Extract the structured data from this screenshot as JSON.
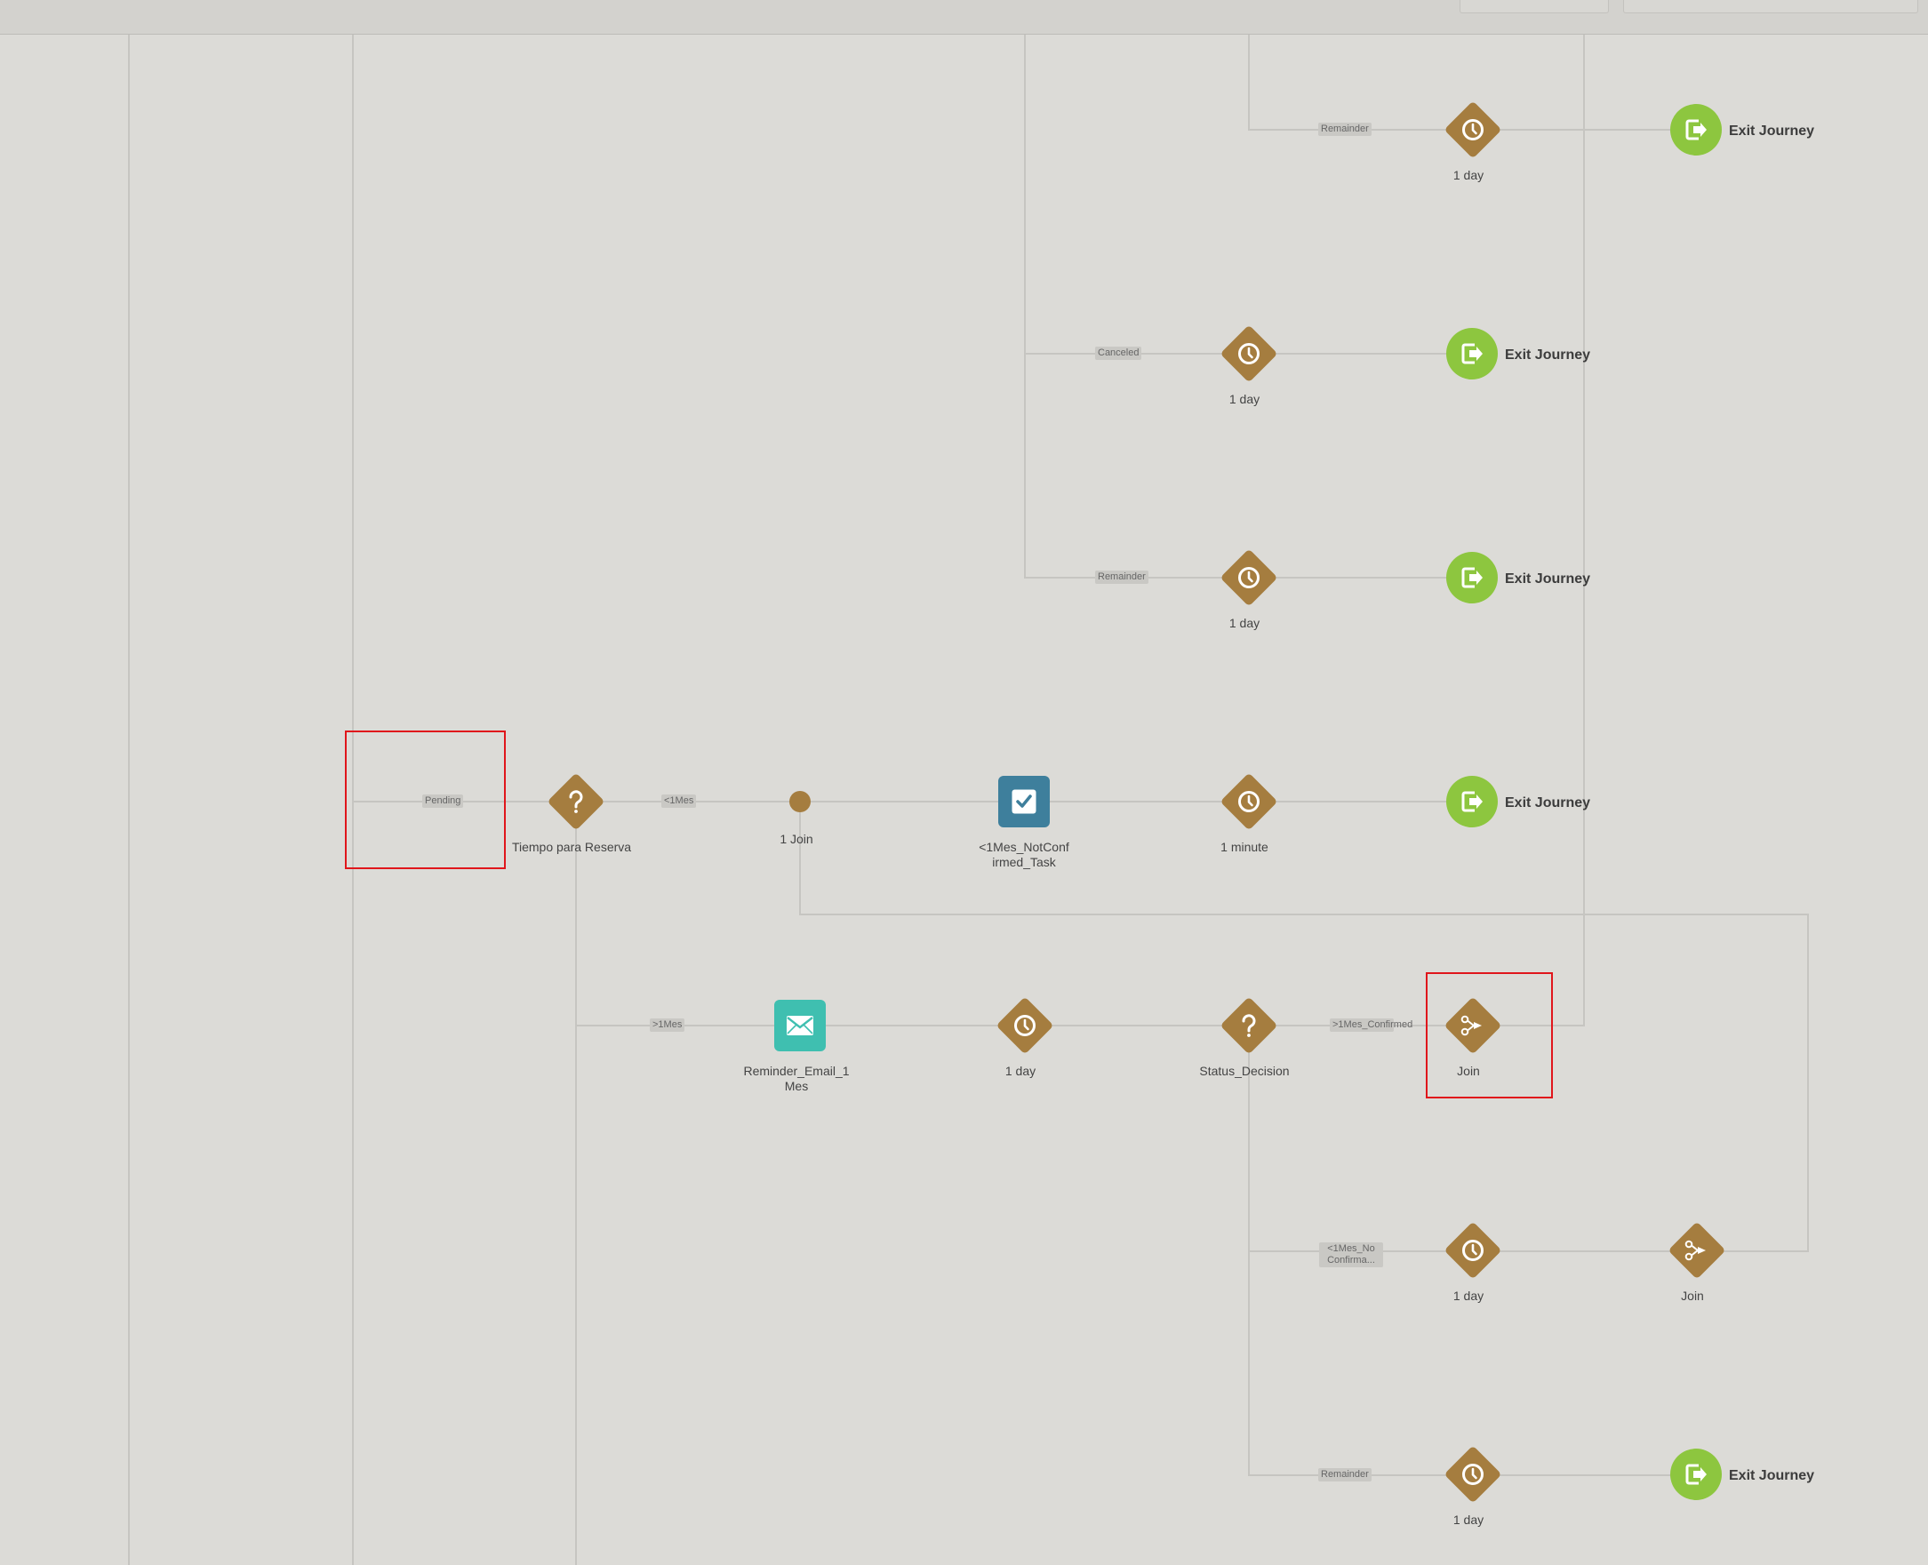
{
  "nodes": {
    "top_wait": "1 day",
    "top_exit": "Exit Journey",
    "canceled_wait": "1 day",
    "canceled_exit": "Exit Journey",
    "rem2_wait": "1 day",
    "rem2_exit": "Exit Journey",
    "decision_tiempo": "Tiempo para Reserva",
    "join_point": "1 Join",
    "task": "<1Mes_NotConfirmed_Task",
    "wait_minute": "1 minute",
    "exit_mid": "Exit Journey",
    "email": "Reminder_Email_1Mes",
    "wait_day_email": "1 day",
    "status_decision": "Status_Decision",
    "join_confirmed": "Join",
    "wait_noconf": "1 day",
    "join_noconf": "Join",
    "wait_rem_bottom": "1 day",
    "exit_bottom": "Exit Journey"
  },
  "edges": {
    "top_remainder": "Remainder",
    "canceled": "Canceled",
    "remainder_2": "Remainder",
    "pending": "Pending",
    "lt_1mes": "<1Mes",
    "gt_1mes": ">1Mes",
    "gt_1mes_confirmed": ">1Mes_Confirmed",
    "lt_1mes_noconf": "<1Mes_No Confirma...",
    "remainder_bottom": "Remainder"
  },
  "colors": {
    "canvas": "#dcdbd7",
    "wait_decision_diamond": "#a57d3f",
    "exit_circle": "#8dc63f",
    "task_square": "#3e7f9c",
    "email_square": "#3fbfb0",
    "highlight_box": "#e0161b"
  }
}
